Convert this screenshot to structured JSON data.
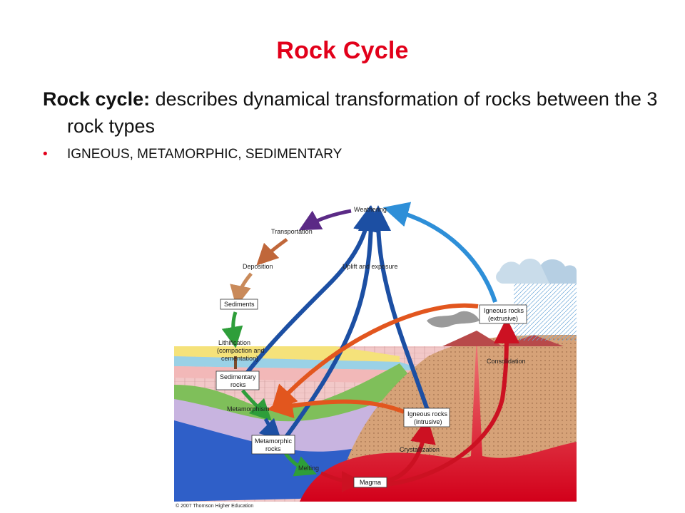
{
  "slide": {
    "title": "Rock Cycle",
    "definition_term": "Rock cycle:",
    "definition_text": " describes dynamical transformation of rocks between the 3 rock types",
    "bullet": "IGNEOUS,  METAMORPHIC, SEDIMENTARY"
  },
  "diagram": {
    "weathering": "Weathering",
    "transportation": "Transportation",
    "deposition": "Deposition",
    "uplift": "Uplift and exposure",
    "sediments": "Sediments",
    "lithification_1": "Lithification",
    "lithification_2": "(compaction and",
    "lithification_3": "cementation)",
    "sedimentary_1": "Sedimentary",
    "sedimentary_2": "rocks",
    "metamorphism": "Metamorphism",
    "metamorphic_1": "Metamorphic",
    "metamorphic_2": "rocks",
    "melting": "Melting",
    "magma": "Magma",
    "crystallization": "Crystallization",
    "igneous_intrusive_1": "Igneous rocks",
    "igneous_intrusive_2": "(intrusive)",
    "igneous_extrusive_1": "Igneous rocks",
    "igneous_extrusive_2": "(extrusive)",
    "consolidation": "Consolidation",
    "copyright": "© 2007 Thomson Higher Education"
  },
  "colors": {
    "title": "#e2001a",
    "weathering_arrow": "#5b2a86",
    "transport_arrow": "#c0673a",
    "deposition_arrow": "#c98a5a",
    "lithification_arrow": "#2e9e3a",
    "uplift_arrow": "#1c4fa3",
    "magma_arrow": "#cc1122",
    "metamorphism_arrow": "#e2561e",
    "extrusive_arrow": "#2e8fd8"
  }
}
